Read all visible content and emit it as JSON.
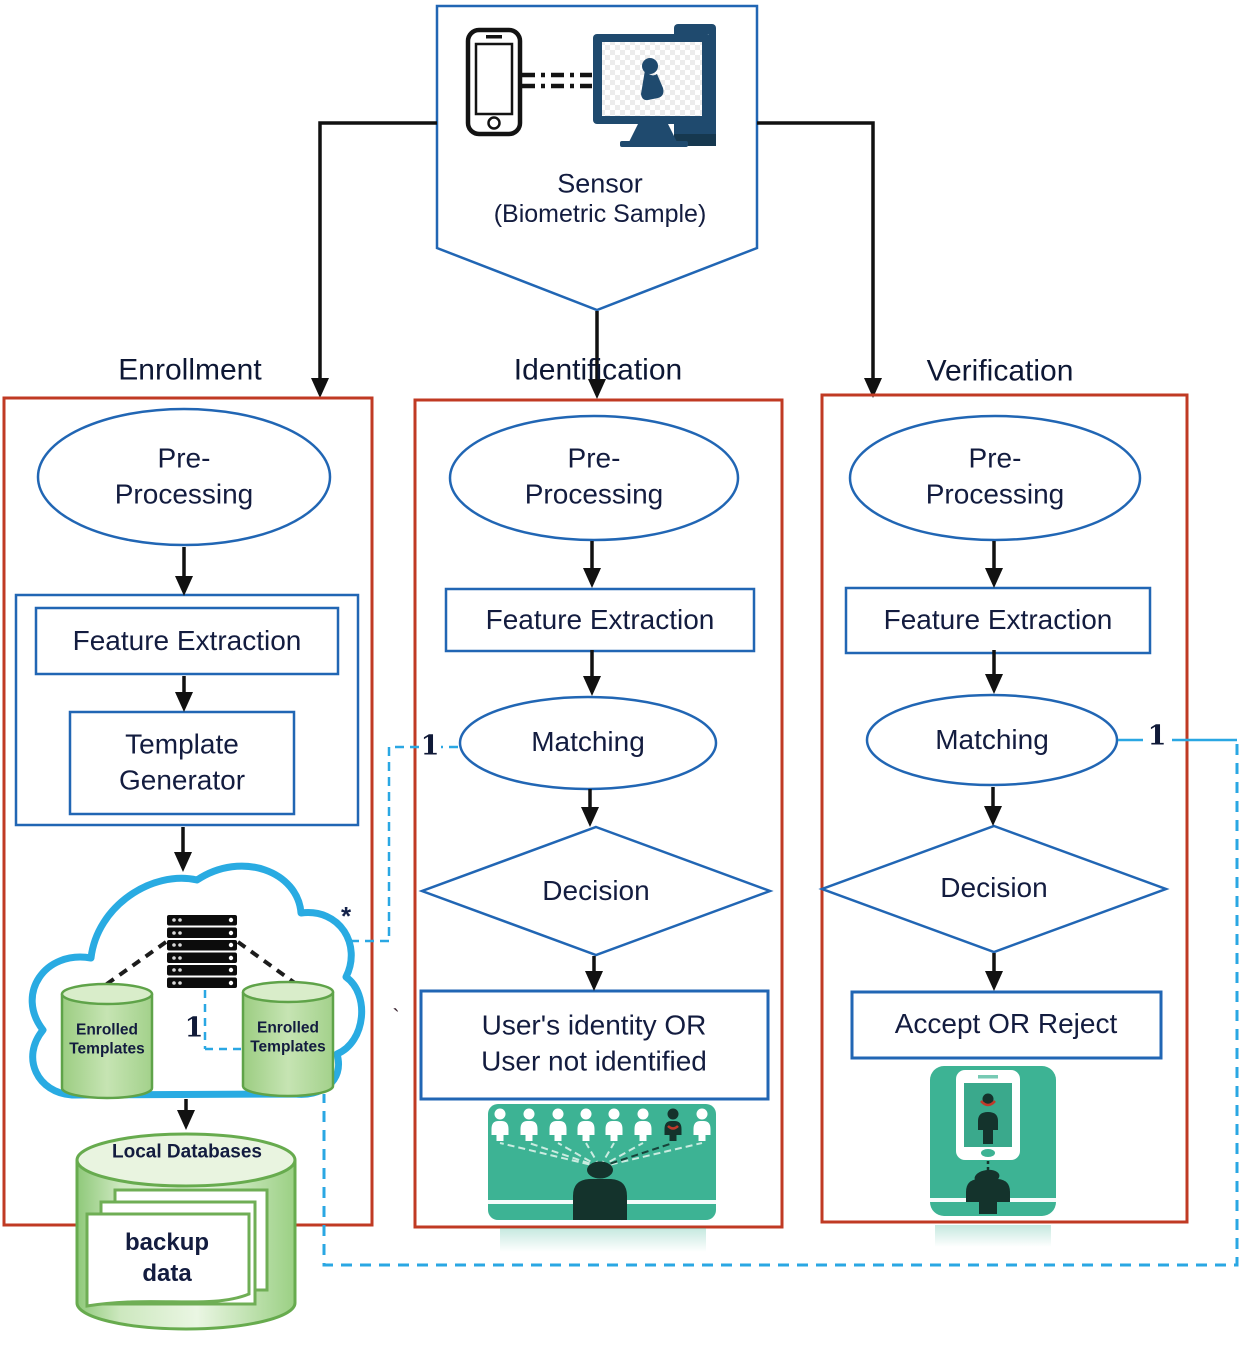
{
  "sensor": {
    "title": "Sensor",
    "subtitle": "(Biometric Sample)",
    "icons": [
      "smartphone-icon",
      "desktop-computer-icon"
    ]
  },
  "columns": {
    "enrollment": {
      "title": "Enrollment",
      "pre_processing": "Pre-\nProcessing",
      "feature_extraction": "Feature Extraction",
      "template_generator": "Template\nGenerator",
      "cloud": {
        "server_icon": "server-rack-icon",
        "left_db_label": "Enrolled\nTemplates",
        "right_db_label": "Enrolled\nTemplates",
        "link_label": "1"
      },
      "local_db": {
        "title": "Local Databases",
        "content": "backup\ndata"
      }
    },
    "identification": {
      "title": "Identification",
      "pre_processing": "Pre-\nProcessing",
      "feature_extraction": "Feature Extraction",
      "matching": "Matching",
      "decision": "Decision",
      "result": "User's identity OR\nUser not identified",
      "connector_label": "1",
      "graphic": "one-to-many-crowd-icon"
    },
    "verification": {
      "title": "Verification",
      "pre_processing": "Pre-\nProcessing",
      "feature_extraction": "Feature Extraction",
      "matching": "Matching",
      "decision": "Decision",
      "result": "Accept OR Reject",
      "connector_label": "1",
      "graphic": "one-to-one-phone-match-icon"
    }
  },
  "annotations": {
    "star": "*",
    "stray_mark": "`"
  },
  "colors": {
    "frame_red": "#c03a23",
    "shape_blue": "#2166b4",
    "connector_cyan": "#2aa7e3",
    "cloud_cyan": "#29abe2",
    "db_green_stroke": "#5fa349",
    "teal_graphic": "#3db394",
    "navy_icon": "#1f4a6e",
    "ink": "#131c3f"
  }
}
